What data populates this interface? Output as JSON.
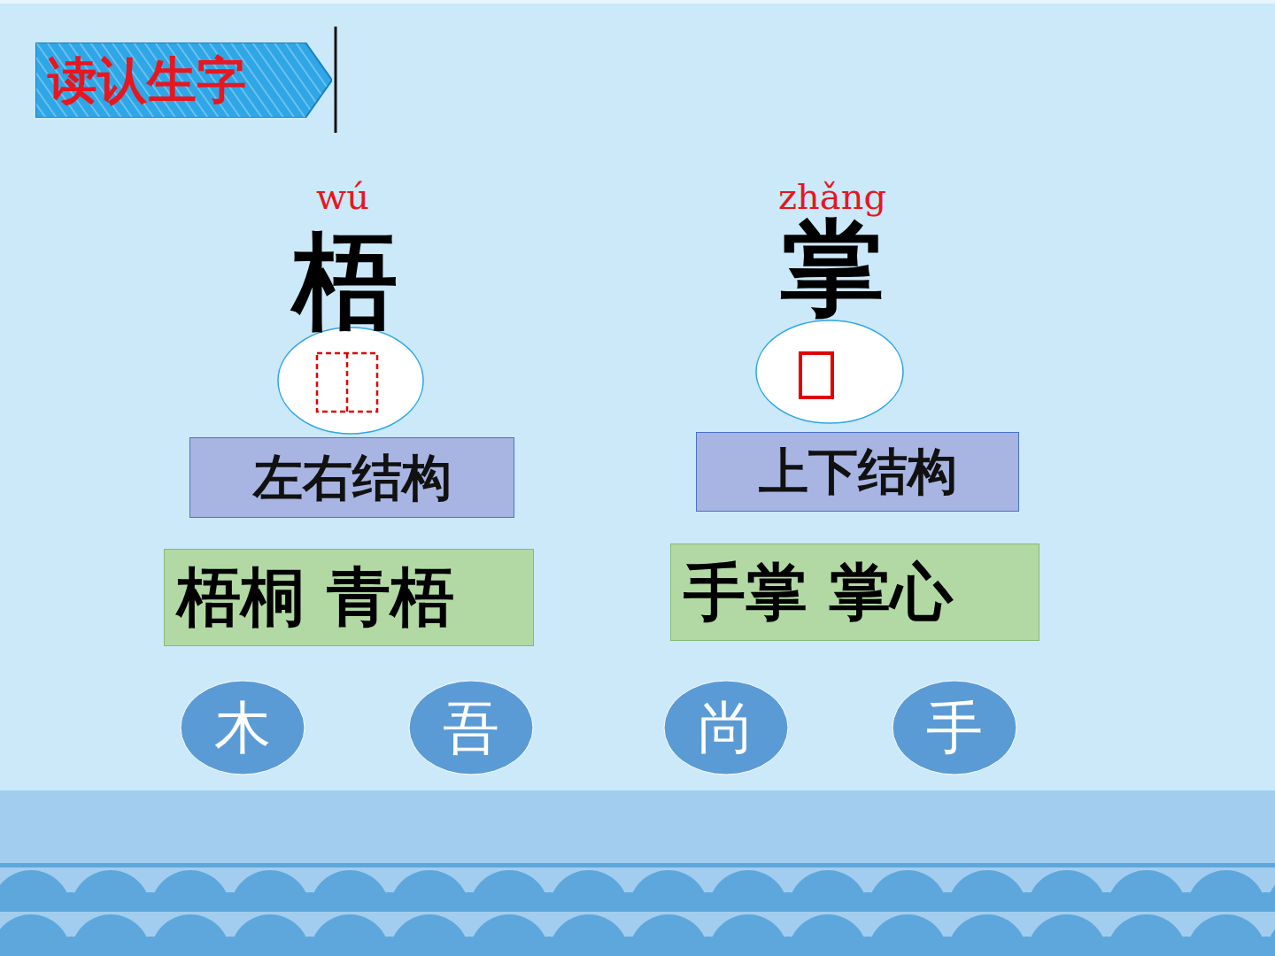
{
  "diagram": {
    "nodes": [
      {
        "text": [
          "读认生字"
        ]
      },
      {
        "text": [
          "左右结构"
        ]
      },
      {
        "text": [
          "上下结构"
        ]
      },
      {
        "text": [
          "梧桐 青梧"
        ]
      },
      {
        "text": [
          "手掌 掌心"
        ]
      },
      {
        "text": [
          "木"
        ]
      },
      {
        "text": [
          "吾"
        ]
      },
      {
        "text": [
          "尚"
        ]
      },
      {
        "text": [
          "手"
        ]
      }
    ],
    "labels": [
      "wú",
      "梧",
      "zhǎng",
      "掌"
    ]
  }
}
